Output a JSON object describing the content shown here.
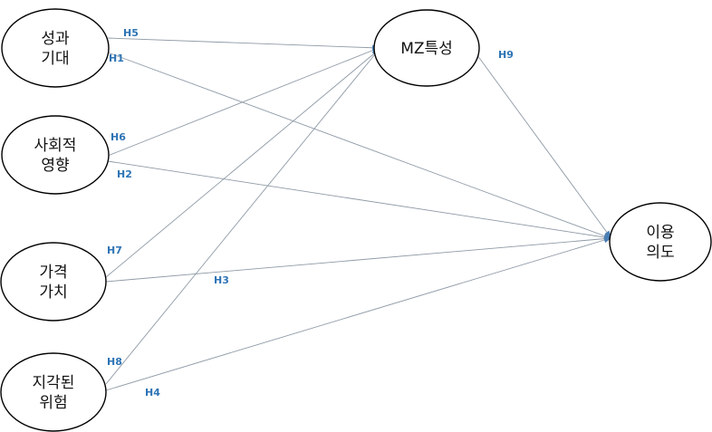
{
  "diagram": {
    "nodes": [
      {
        "id": "performance",
        "lines": [
          "성과",
          "기대"
        ]
      },
      {
        "id": "social",
        "lines": [
          "사회적",
          "영향"
        ]
      },
      {
        "id": "price",
        "lines": [
          "가격",
          "가치"
        ]
      },
      {
        "id": "risk",
        "lines": [
          "지각된",
          "위험"
        ]
      },
      {
        "id": "mz",
        "lines": [
          "MZ특성"
        ]
      },
      {
        "id": "intention",
        "lines": [
          "이용",
          "의도"
        ]
      }
    ],
    "edges": [
      {
        "id": "h5",
        "from": "performance",
        "to": "mz",
        "label": "H5"
      },
      {
        "id": "h1",
        "from": "performance",
        "to": "intention",
        "label": "H1"
      },
      {
        "id": "h6",
        "from": "social",
        "to": "mz",
        "label": "H6"
      },
      {
        "id": "h2",
        "from": "social",
        "to": "intention",
        "label": "H2"
      },
      {
        "id": "h7",
        "from": "price",
        "to": "mz",
        "label": "H7"
      },
      {
        "id": "h3",
        "from": "price",
        "to": "intention",
        "label": "H3"
      },
      {
        "id": "h8",
        "from": "risk",
        "to": "mz",
        "label": "H8"
      },
      {
        "id": "h4",
        "from": "risk",
        "to": "intention",
        "label": "H4"
      },
      {
        "id": "h9",
        "from": "mz",
        "to": "intention",
        "label": "H9"
      }
    ]
  }
}
